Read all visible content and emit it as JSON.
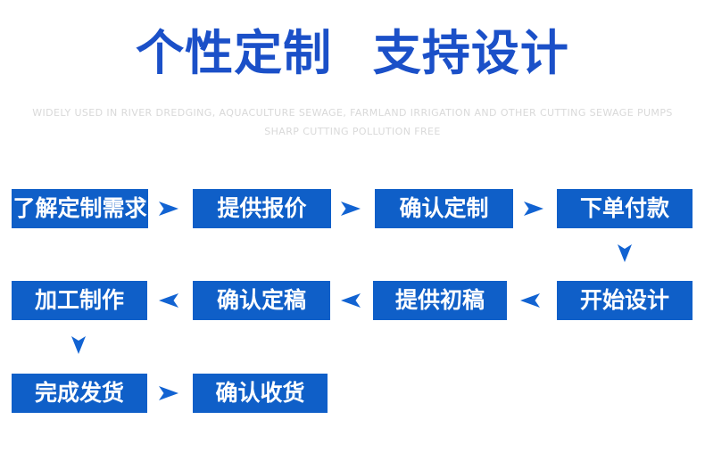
{
  "header": {
    "title": "个性定制 支持设计",
    "subtitle_line1": "WIDELY USED IN RIVER DREDGING, AQUACULTURE SEWAGE, FARMLAND IRRIGATION AND OTHER CUTTING SEWAGE PUMPS",
    "subtitle_line2": "SHARP CUTTING POLLUTION FREE"
  },
  "flow": {
    "steps": [
      {
        "label": "了解定制需求"
      },
      {
        "label": "提供报价"
      },
      {
        "label": "确认定制"
      },
      {
        "label": "下单付款"
      },
      {
        "label": "开始设计"
      },
      {
        "label": "提供初稿"
      },
      {
        "label": "确认定稿"
      },
      {
        "label": "加工制作"
      },
      {
        "label": "完成发货"
      },
      {
        "label": "确认收货"
      }
    ],
    "arrow_sequence": [
      "right",
      "right",
      "right",
      "down",
      "left",
      "left",
      "left",
      "down",
      "right"
    ]
  },
  "icons": {
    "arrow_right": "notched-arrowhead-right",
    "arrow_left": "notched-arrowhead-left",
    "arrow_down": "notched-arrowhead-down"
  },
  "colors": {
    "background": "#ffffff",
    "title_blue": "#1b50c8",
    "box_blue": "#0f5fc8",
    "arrow_blue": "#1263d2",
    "subtitle_gray": "#d9d9d9",
    "box_text": "#ffffff"
  }
}
